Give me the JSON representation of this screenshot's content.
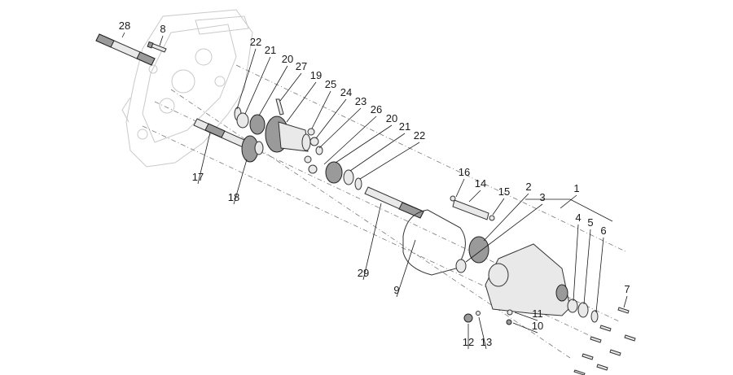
{
  "labels": [
    {
      "id": "28",
      "text": "28"
    },
    {
      "id": "8",
      "text": "8"
    },
    {
      "id": "22a",
      "text": "22"
    },
    {
      "id": "21a",
      "text": "21"
    },
    {
      "id": "20a",
      "text": "20"
    },
    {
      "id": "27",
      "text": "27"
    },
    {
      "id": "19",
      "text": "19"
    },
    {
      "id": "25",
      "text": "25"
    },
    {
      "id": "24",
      "text": "24"
    },
    {
      "id": "23",
      "text": "23"
    },
    {
      "id": "26",
      "text": "26"
    },
    {
      "id": "20b",
      "text": "20"
    },
    {
      "id": "21b",
      "text": "21"
    },
    {
      "id": "22b",
      "text": "22"
    },
    {
      "id": "17",
      "text": "17"
    },
    {
      "id": "18",
      "text": "18"
    },
    {
      "id": "16",
      "text": "16"
    },
    {
      "id": "14",
      "text": "14"
    },
    {
      "id": "15",
      "text": "15"
    },
    {
      "id": "2",
      "text": "2"
    },
    {
      "id": "3",
      "text": "3"
    },
    {
      "id": "1",
      "text": "1"
    },
    {
      "id": "4",
      "text": "4"
    },
    {
      "id": "5",
      "text": "5"
    },
    {
      "id": "6",
      "text": "6"
    },
    {
      "id": "29",
      "text": "29"
    },
    {
      "id": "9",
      "text": "9"
    },
    {
      "id": "7",
      "text": "7"
    },
    {
      "id": "11",
      "text": "11"
    },
    {
      "id": "10",
      "text": "10"
    },
    {
      "id": "12",
      "text": "12"
    },
    {
      "id": "13",
      "text": "13"
    }
  ]
}
